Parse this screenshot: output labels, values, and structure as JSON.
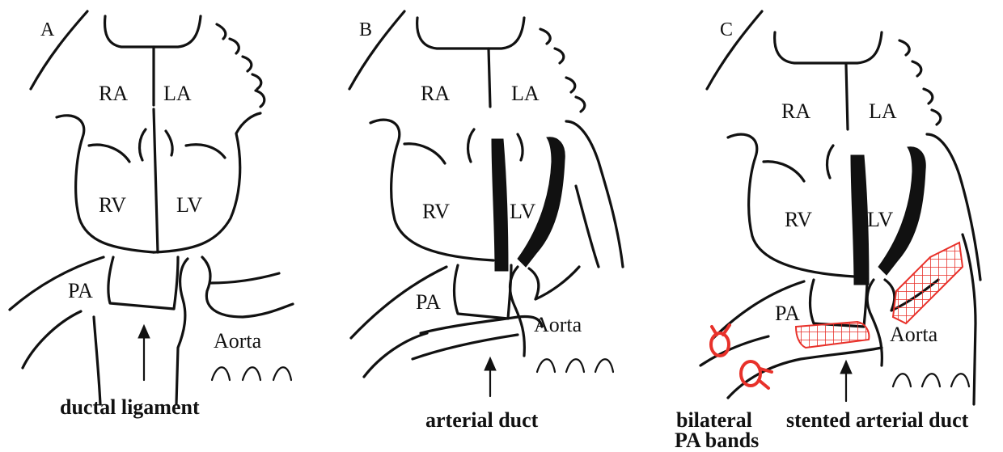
{
  "panels": [
    {
      "letter": "A",
      "chambers": {
        "ra": "RA",
        "la": "LA",
        "rv": "RV",
        "lv": "LV",
        "pa": "PA",
        "aorta": "Aorta"
      },
      "captions": [
        "ductal ligament"
      ]
    },
    {
      "letter": "B",
      "chambers": {
        "ra": "RA",
        "la": "LA",
        "rv": "RV",
        "lv": "LV",
        "pa": "PA",
        "aorta": "Aorta"
      },
      "captions": [
        "arterial duct"
      ]
    },
    {
      "letter": "C",
      "chambers": {
        "ra": "RA",
        "la": "LA",
        "rv": "RV",
        "lv": "LV",
        "pa": "PA",
        "aorta": "Aorta"
      },
      "captions": [
        "bilateral",
        "PA bands",
        "stented arterial duct"
      ]
    }
  ],
  "colors": {
    "ink": "#111111",
    "stent": "#e8312a",
    "background": "#ffffff"
  }
}
